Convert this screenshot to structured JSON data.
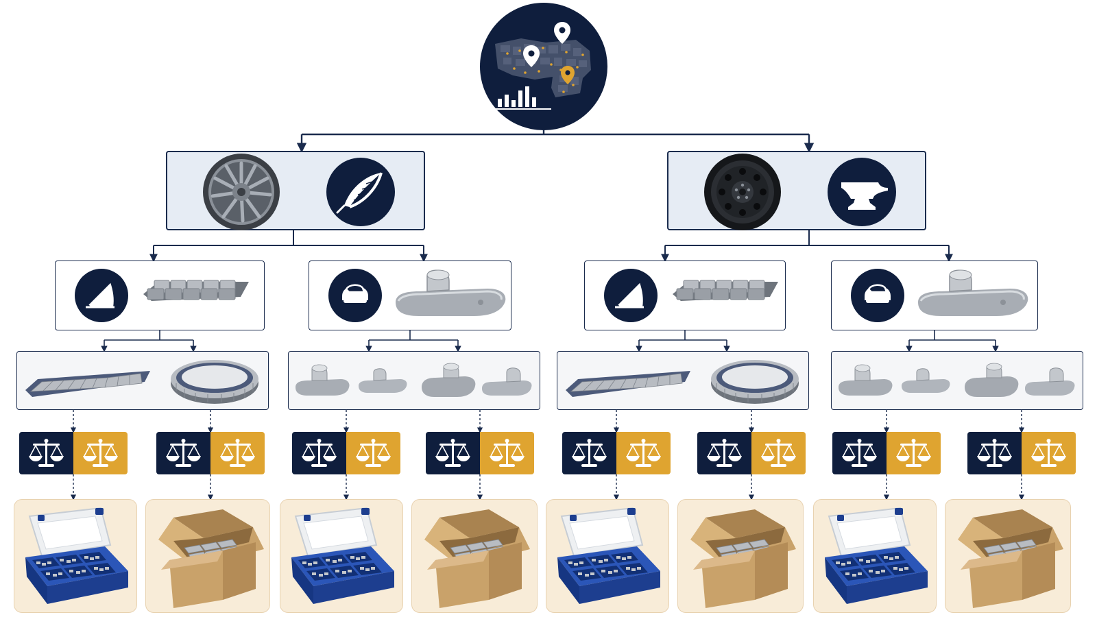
{
  "diagram": {
    "colors": {
      "navy": "#0f1e3d",
      "gold": "#dfa430",
      "panel_fill": "#e6ecf4",
      "package_fill": "#f8ecd8",
      "connector": "#1a2b4d",
      "cardboard": "#c9a26a",
      "organizer_blue": "#1d3e8f",
      "zinc": "#b8bcc2"
    },
    "root": {
      "icons": [
        "map-icon",
        "location-pin-icon",
        "bar-chart-icon"
      ]
    },
    "wheel_types": [
      {
        "id": "alloy",
        "wheel_icon": "alloy-wheel-icon",
        "badge_icon": "feather-icon"
      },
      {
        "id": "steel",
        "wheel_icon": "steel-wheel-icon",
        "badge_icon": "anvil-icon"
      }
    ],
    "methods": [
      {
        "id": "adhesive",
        "badge_icon": "adhesive-weight-icon",
        "product_icon": "adhesive-strip-icon"
      },
      {
        "id": "clip-on",
        "badge_icon": "clip-on-weight-icon",
        "product_icon": "clip-on-weight-icon"
      }
    ],
    "variants": {
      "adhesive": [
        "adhesive-strip-icon",
        "adhesive-roll-icon"
      ],
      "clip-on": [
        "clip-on-weight-icon",
        "clip-on-weight-icon",
        "clip-on-weight-icon",
        "clip-on-weight-icon"
      ]
    },
    "decision": {
      "left_icon": "balance-scale-icon",
      "right_icon": "balance-scale-icon"
    },
    "packaging": [
      "organizer-box-icon",
      "cardboard-box-icon",
      "organizer-box-icon",
      "cardboard-box-icon",
      "organizer-box-icon",
      "cardboard-box-icon",
      "organizer-box-icon",
      "cardboard-box-icon"
    ]
  }
}
